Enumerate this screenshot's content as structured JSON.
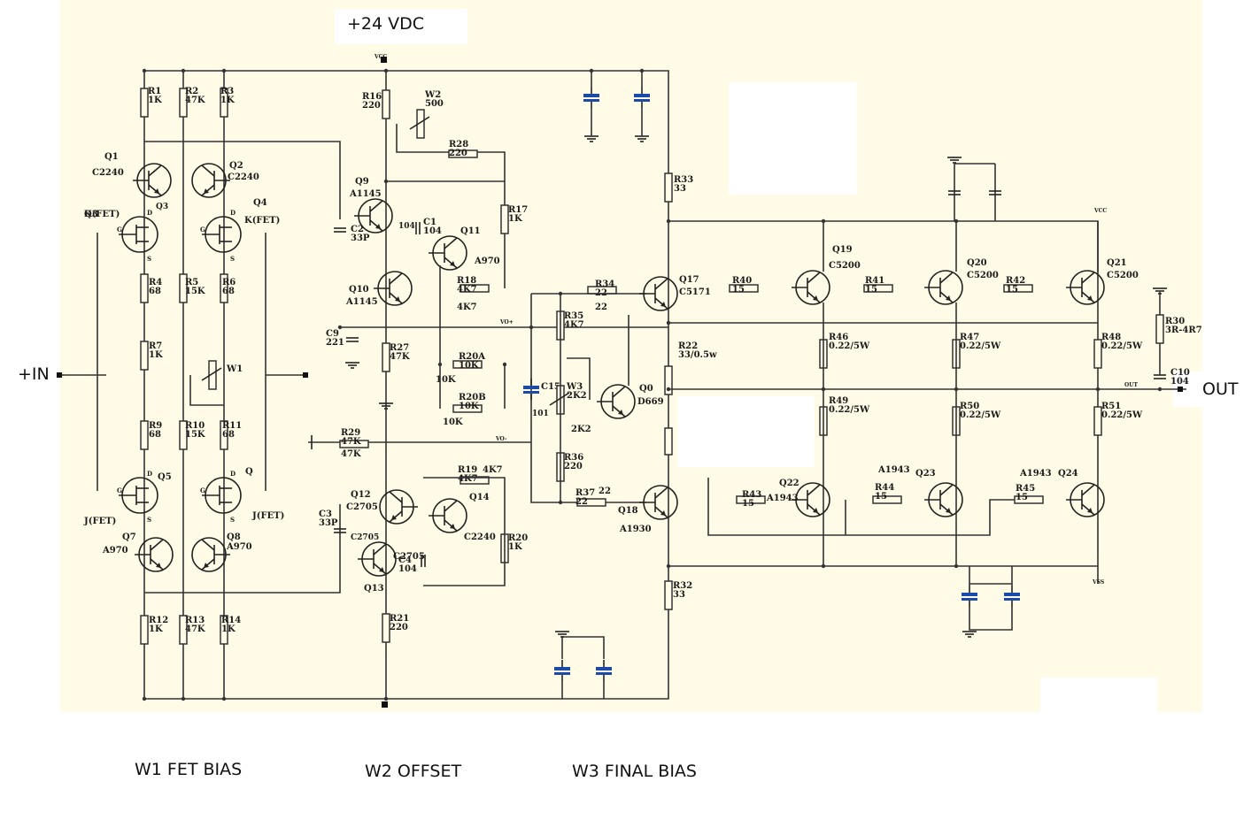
{
  "labels": {
    "supply": "+24 VDC",
    "input": "+IN",
    "output": "OUT",
    "w1": "W1 FET BIAS",
    "w2": "W2 OFFSET",
    "w3": "W3 FINAL BIAS"
  },
  "components": {
    "R1": [
      "R1",
      "1K"
    ],
    "R2": [
      "R2",
      "47K"
    ],
    "R3": [
      "R3",
      "1K"
    ],
    "R4": [
      "R4",
      "68"
    ],
    "R5": [
      "R5",
      "15K"
    ],
    "R6": [
      "R6",
      "68"
    ],
    "R7": [
      "R7",
      "1K"
    ],
    "R9": [
      "R9",
      "68"
    ],
    "R10": [
      "R10",
      "15K"
    ],
    "R11": [
      "R11",
      "68"
    ],
    "R12": [
      "R12",
      "1K"
    ],
    "R13": [
      "R13",
      "47K"
    ],
    "R14": [
      "R14",
      "1K"
    ],
    "R16": [
      "R16",
      "220"
    ],
    "R17": [
      "R17",
      "1K"
    ],
    "R18": [
      "R18",
      "4K7"
    ],
    "R19": [
      "R19",
      "4K7"
    ],
    "R20": [
      "R20",
      "1K"
    ],
    "R20A": [
      "R20A",
      "10K"
    ],
    "R20B": [
      "R20B",
      "10K"
    ],
    "R21": [
      "R21",
      "220"
    ],
    "R22": [
      "R22",
      "33/0.5w"
    ],
    "R27": [
      "R27",
      "47K"
    ],
    "R28": [
      "R28",
      "220"
    ],
    "R29": [
      "R29",
      "47K"
    ],
    "R30": [
      "R30",
      "3R-4R7"
    ],
    "R32": [
      "R32",
      "33"
    ],
    "R33": [
      "R33",
      "33"
    ],
    "R34": [
      "R34",
      "22"
    ],
    "R35": [
      "R35",
      "4K7"
    ],
    "R36": [
      "R36",
      "220"
    ],
    "R37": [
      "R37",
      "22"
    ],
    "R40": [
      "R40",
      "15"
    ],
    "R41": [
      "R41",
      "15"
    ],
    "R42": [
      "R42",
      "15"
    ],
    "R43": [
      "R43",
      "15"
    ],
    "R44": [
      "R44",
      "15"
    ],
    "R45": [
      "R45",
      "15"
    ],
    "R46": [
      "R46",
      "0.22/5W"
    ],
    "R47": [
      "R47",
      "0.22/5W"
    ],
    "R48": [
      "R48",
      "0.22/5W"
    ],
    "R49": [
      "R49",
      "0.22/5W"
    ],
    "R50": [
      "R50",
      "0.22/5W"
    ],
    "R51": [
      "R51",
      "0.22/5W"
    ],
    "W1": [
      "W1",
      ""
    ],
    "W2": [
      "W2",
      "500"
    ],
    "W3": [
      "W3",
      "2K2"
    ],
    "C1": [
      "C1",
      "104"
    ],
    "C2": [
      "C2",
      "33P"
    ],
    "C3": [
      "C3",
      "33P"
    ],
    "C4": [
      "C4",
      "104"
    ],
    "C9": [
      "C9",
      "221"
    ],
    "C10": [
      "C10",
      "104"
    ],
    "C15": [
      "C15",
      "101"
    ],
    "Q1": [
      "Q1",
      "C2240"
    ],
    "Q2": [
      "Q2",
      "C2240"
    ],
    "Q3": [
      "Q3",
      "K(FET)"
    ],
    "Q4": [
      "Q4",
      "K(FET)"
    ],
    "Q5": [
      "Q5",
      "J(FET)"
    ],
    "Q6": [
      "Q",
      "J(FET)"
    ],
    "Q7": [
      "Q7",
      "A970"
    ],
    "Q8": [
      "Q8",
      "A970"
    ],
    "Q9": [
      "Q9",
      "A1145"
    ],
    "Q10": [
      "Q10",
      "A1145"
    ],
    "Q11": [
      "Q11",
      "A970"
    ],
    "Q12": [
      "Q12",
      "C2705"
    ],
    "Q13": [
      "Q13",
      "C2705"
    ],
    "Q14": [
      "Q14",
      "C2240"
    ],
    "Q17": [
      "Q17",
      "C5171"
    ],
    "Q18": [
      "Q18",
      "A1930"
    ],
    "Q19": [
      "Q19",
      "C5200"
    ],
    "Q20": [
      "Q20",
      "C5200"
    ],
    "Q21": [
      "Q21",
      "C5200"
    ],
    "Q22": [
      "Q22",
      "A1943"
    ],
    "Q23": [
      "Q23",
      "A1943"
    ],
    "Q24": [
      "Q24",
      "A1943"
    ],
    "Q0": [
      "Q0",
      "D669"
    ]
  },
  "nets": {
    "vcc": "VCC",
    "vss": "VSS",
    "out": "OUT",
    "vo_plus": "VO+",
    "vo_minus": "VO-"
  }
}
